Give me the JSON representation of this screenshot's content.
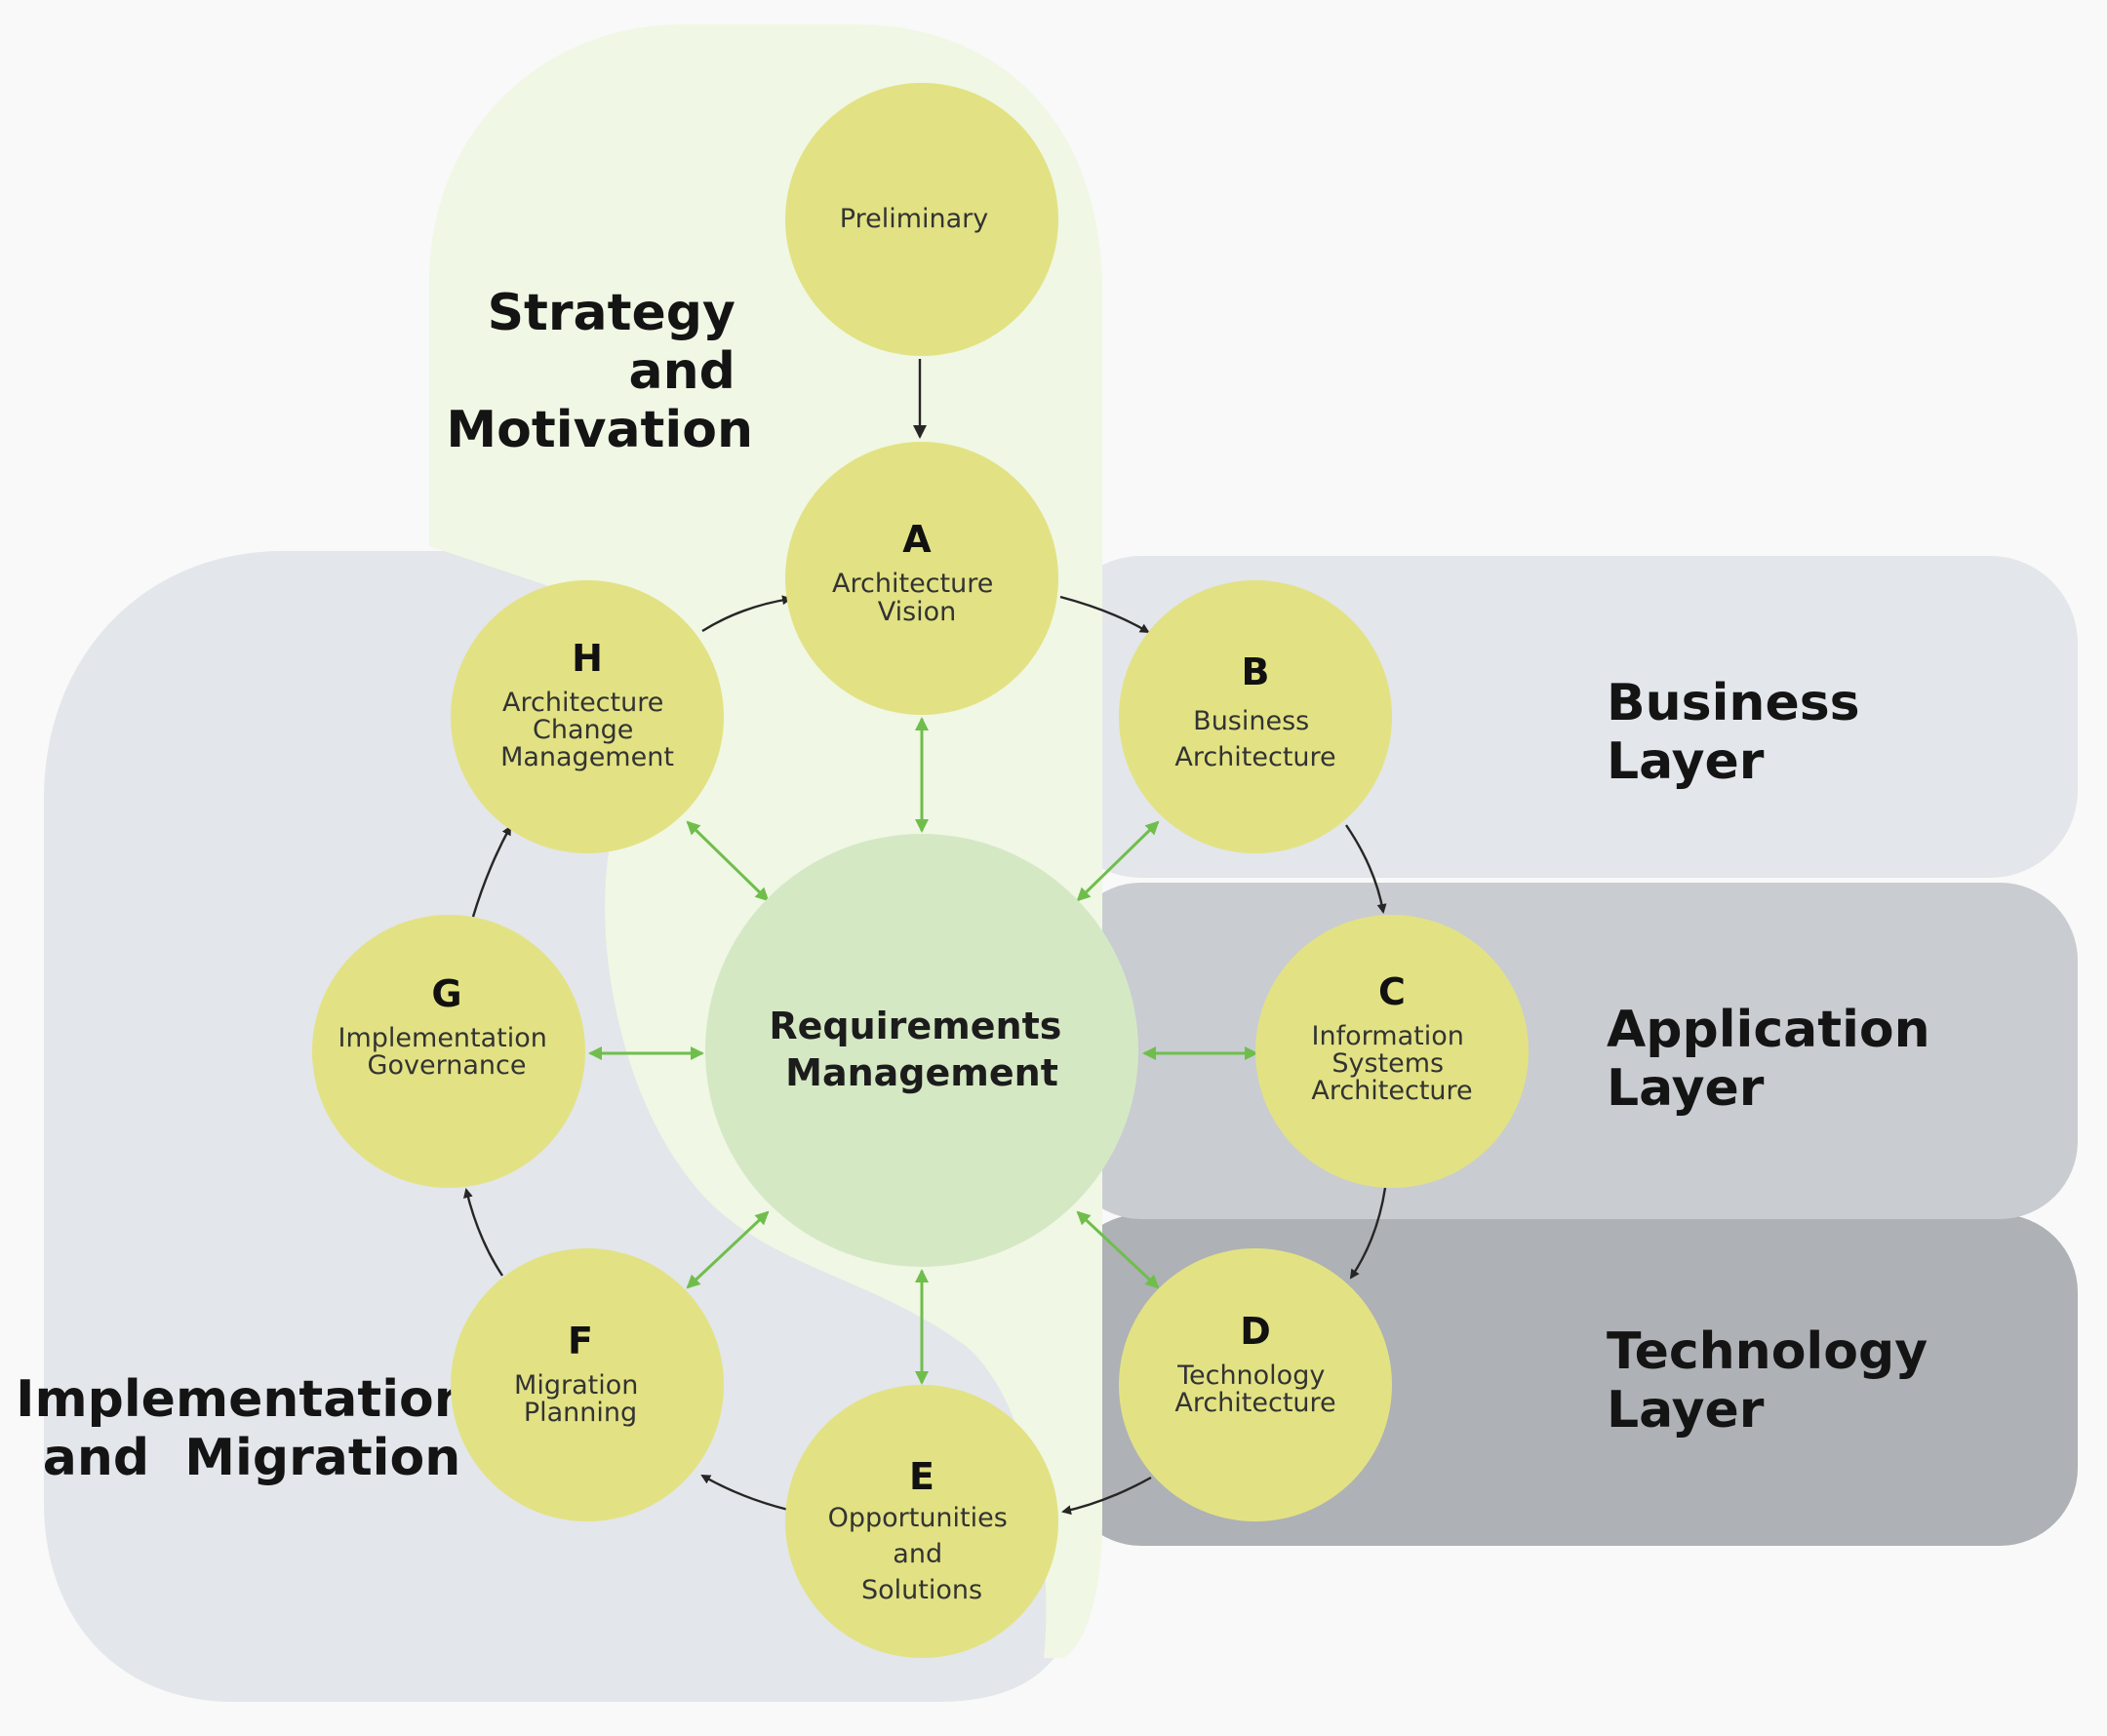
{
  "zones": {
    "strategy": [
      "Strategy",
      "and",
      "Motivation"
    ],
    "implementation": [
      "Implementation",
      "and  Migration"
    ],
    "business": [
      "Business",
      "Layer"
    ],
    "application": [
      "Application",
      "Layer"
    ],
    "technology": [
      "Technology",
      "Layer"
    ]
  },
  "center": {
    "lines": [
      "Requirements",
      "Management"
    ]
  },
  "phases": {
    "preliminary": {
      "letter": "",
      "lines": [
        "Preliminary"
      ]
    },
    "A": {
      "letter": "A",
      "lines": [
        "Architecture",
        "Vision"
      ]
    },
    "B": {
      "letter": "B",
      "lines": [
        "Business",
        "Architecture"
      ]
    },
    "C": {
      "letter": "C",
      "lines": [
        "Information",
        "Systems",
        "Architecture"
      ]
    },
    "D": {
      "letter": "D",
      "lines": [
        "Technology",
        "Architecture"
      ]
    },
    "E": {
      "letter": "E",
      "lines": [
        "Opportunities",
        "and",
        "Solutions"
      ]
    },
    "F": {
      "letter": "F",
      "lines": [
        "Migration",
        "Planning"
      ]
    },
    "G": {
      "letter": "G",
      "lines": [
        "Implementation",
        "Governance"
      ]
    },
    "H": {
      "letter": "H",
      "lines": [
        "Architecture",
        "Change",
        "Management"
      ]
    }
  },
  "colors": {
    "phase_fill": "#e2e284",
    "center_fill": "#d5e8c4",
    "strategy_band": "#f0f7e4",
    "implementation_band": "#e3e6ea",
    "business_band": "#e3e6ea",
    "application_band": "#c9ccd1",
    "technology_band": "#aeb1b5",
    "link_arrow": "#6fbe4c",
    "flow_arrow": "#262626"
  }
}
